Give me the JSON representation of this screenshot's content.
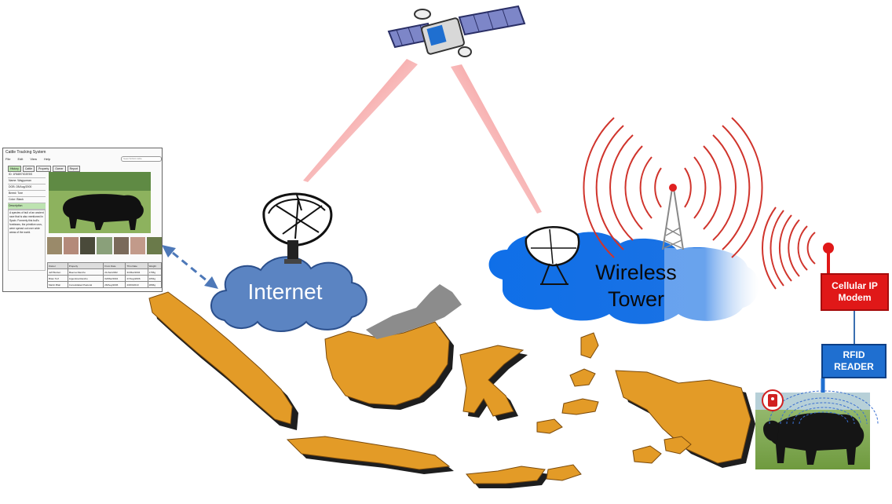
{
  "diagram": {
    "internet_label": "Internet",
    "tower_label_line1": "Wireless",
    "tower_label_line2": "Tower",
    "modem_label_line1": "Cellular IP",
    "modem_label_line2": "Modem",
    "reader_label_line1": "RFID",
    "reader_label_line2": "READER"
  },
  "app": {
    "title": "Cattle Tracking System",
    "menu": [
      "File",
      "Edit",
      "View",
      "Help"
    ],
    "search_placeholder": "Search/Add cattle",
    "tabs": [
      "History",
      "Cattle",
      "Property",
      "Owner",
      "Report"
    ],
    "fields": [
      "ID: 1R6897IO2E5S",
      "Name: Wagyuman",
      "DOB: 28/Aug/2000",
      "Breed: Tore",
      "Color: Black"
    ],
    "description_label": "Description",
    "description_text": "A species of bull of an ancient race that is also mentioned in Spain. Formerly this bull's forebears, the primitive uros, were spread out over wide areas of the world.",
    "table_headers": [
      "Owner",
      "Property",
      "From Date",
      "Thru Date",
      "Weight"
    ],
    "table_rows": [
      [
        "Jeff Burden",
        "Maerva Rancho",
        "21/Jan/2002",
        "31/Mar/2004",
        "1765g"
      ],
      [
        "Brian Turf",
        "Argentina Rancho",
        "02/Mar/2004",
        "27/Aug/2006",
        "2054g"
      ],
      [
        "Martin Blair",
        "Consolidated Pastoral",
        "28/Aug/2006",
        "23/03/2010",
        "2896g"
      ]
    ]
  },
  "colors": {
    "land": "#e39b27",
    "land_shadow": "#1e1e1e",
    "land_other": "#8c8c8c",
    "cloud_internet": "#5b84c2",
    "cloud_tower": "#1673e6",
    "signal_waves": "#d0342c",
    "satellite_beam": "#f07a7a",
    "modem": "#e01818",
    "reader": "#1f6fd0",
    "link_arrow": "#4d78b8"
  },
  "icons": [
    "satellite-icon",
    "satellite-dish-icon",
    "radio-tower-icon",
    "modem-antenna-icon",
    "rfid-tag-icon",
    "bull-photo"
  ]
}
